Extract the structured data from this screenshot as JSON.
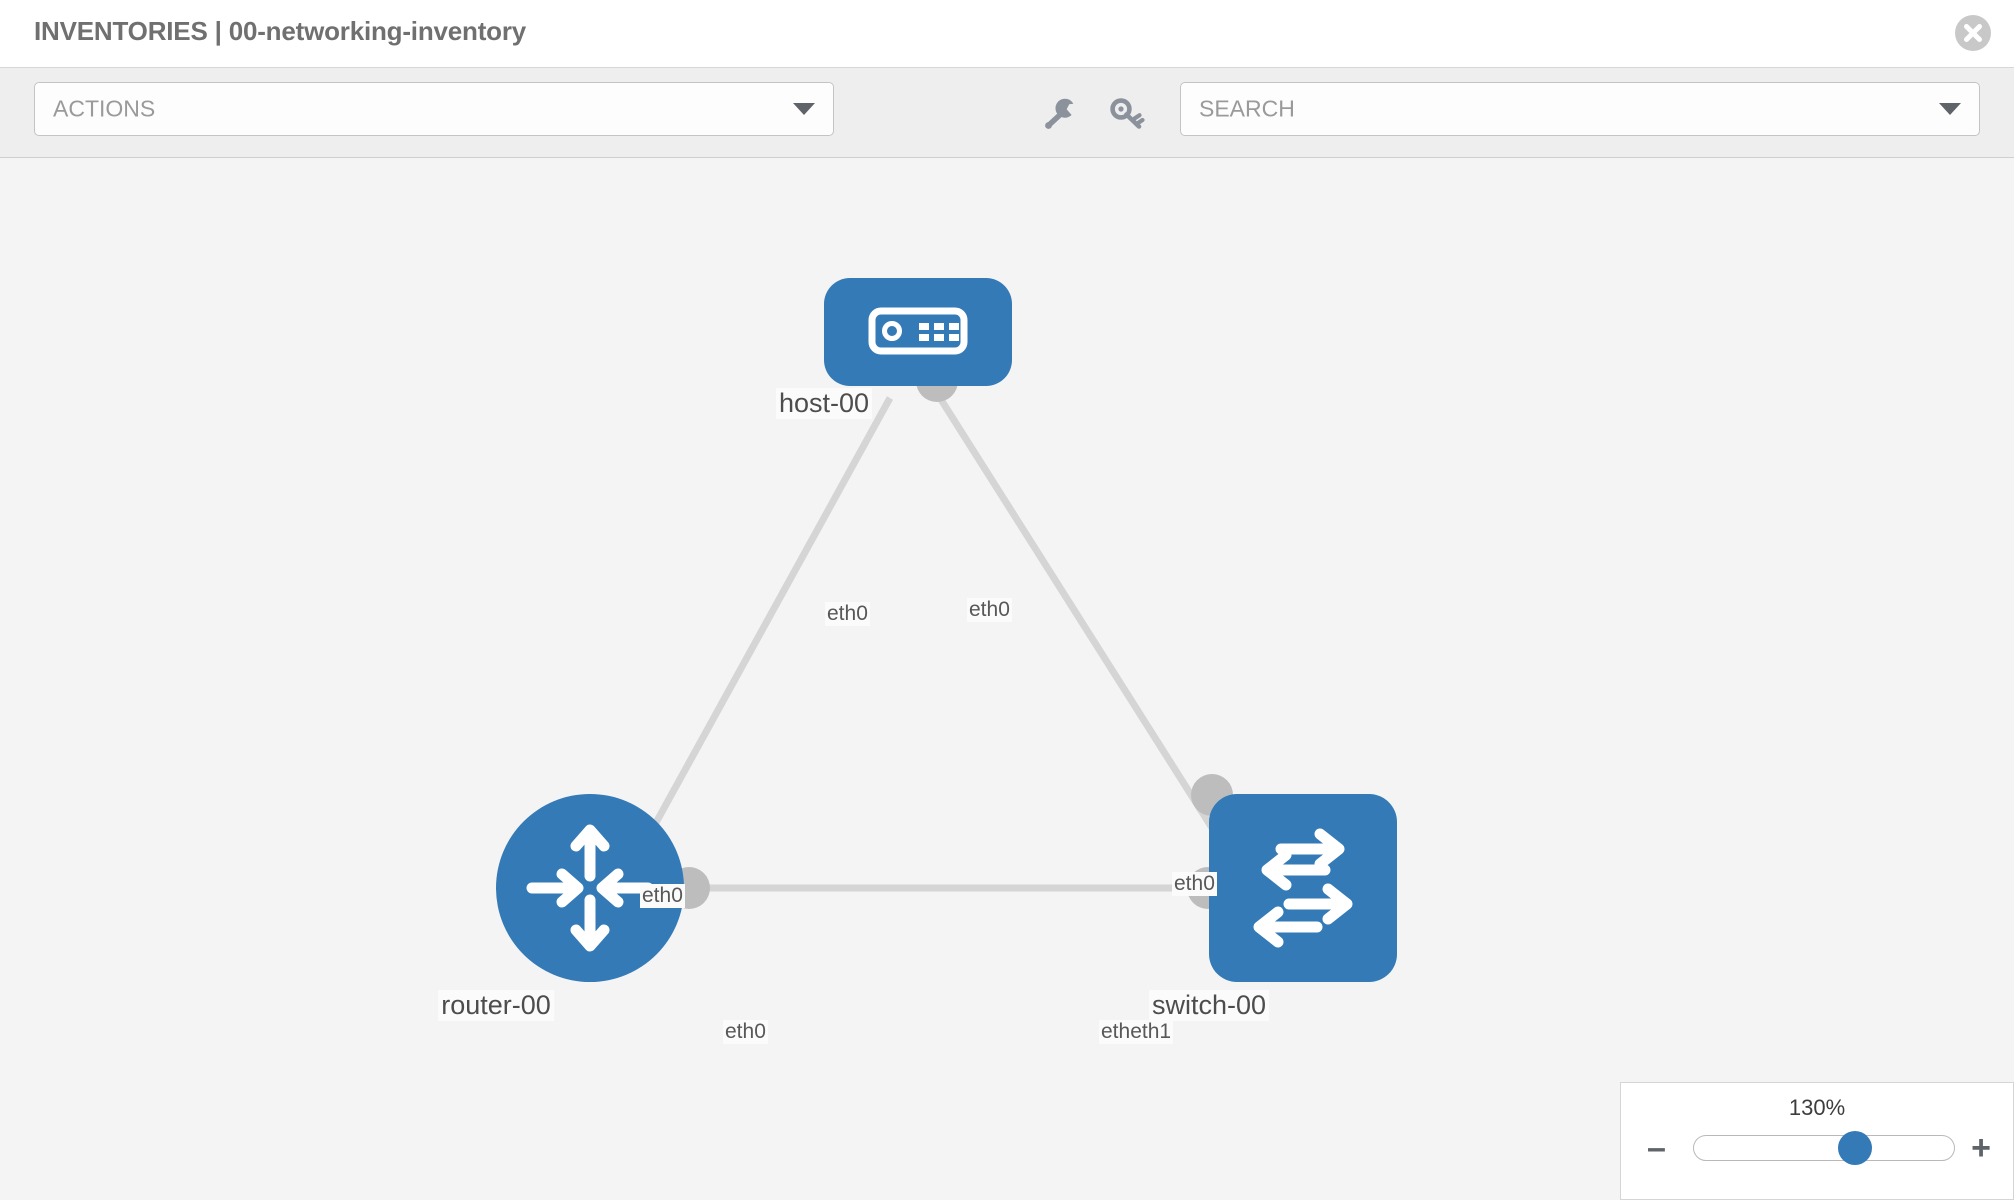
{
  "header": {
    "title": "INVENTORIES | 00-networking-inventory",
    "close_label": "×",
    "close_icon": "close-circle-icon"
  },
  "toolbar": {
    "actions_label": "ACTIONS",
    "search_label": "SEARCH",
    "wrench_icon": "wrench-icon",
    "key_icon": "key-icon",
    "caret_icon": "caret-down-icon"
  },
  "topology": {
    "nodes": [
      {
        "id": "host-00",
        "label": "host-00",
        "type": "host",
        "icon": "server-icon"
      },
      {
        "id": "router-00",
        "label": "router-00",
        "type": "router",
        "icon": "router-arrows-icon"
      },
      {
        "id": "switch-00",
        "label": "switch-00",
        "type": "switch",
        "icon": "switch-arrows-icon"
      }
    ],
    "links": [
      {
        "from": "host-00",
        "to": "router-00",
        "from_if": "eth0",
        "to_if": "eth0"
      },
      {
        "from": "host-00",
        "to": "switch-00",
        "from_if": "eth0",
        "to_if": "eth0"
      },
      {
        "from": "router-00",
        "to": "switch-00",
        "from_if": "eth0",
        "to_if": "eth1"
      }
    ],
    "interface_labels": {
      "host_left": "eth0",
      "host_right": "eth0",
      "router_up": "eth0",
      "switch_up": "eth0",
      "router_right": "eth0",
      "switch_left": "etheth1"
    },
    "colors": {
      "node_blue": "#337ab7",
      "port_gray": "#bdbdbd",
      "link_gray": "#d5d5d5",
      "canvas_bg": "#f4f4f4"
    }
  },
  "zoom": {
    "percent": "130%",
    "minus_label": "–",
    "plus_label": "+",
    "thumb_position_pct": 63
  }
}
